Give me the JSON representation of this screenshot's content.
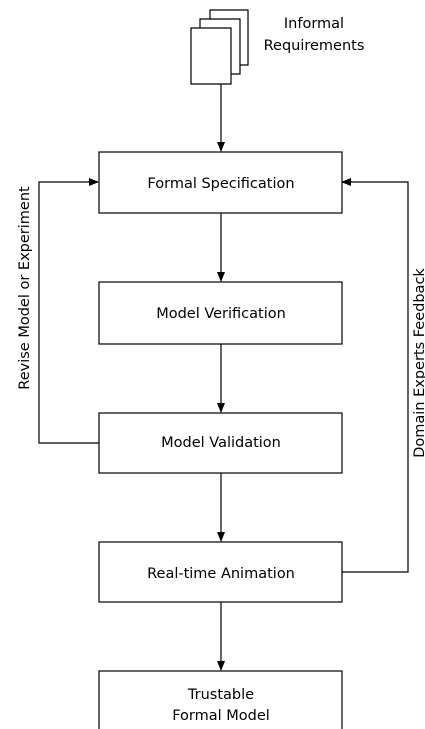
{
  "nodes": {
    "informal_requirements": [
      "Informal",
      "Requirements"
    ],
    "formal_specification": "Formal Specification",
    "model_verification": "Model Verification",
    "model_validation": "Model Validation",
    "realtime_animation": "Real-time Animation",
    "trustable_formal_model": [
      "Trustable",
      "Formal Model"
    ]
  },
  "feedback_labels": {
    "left": "Revise Model or Experiment",
    "right": "Domain Experts Feedback"
  },
  "colors": {
    "stroke": "#000000",
    "fill": "#ffffff"
  }
}
